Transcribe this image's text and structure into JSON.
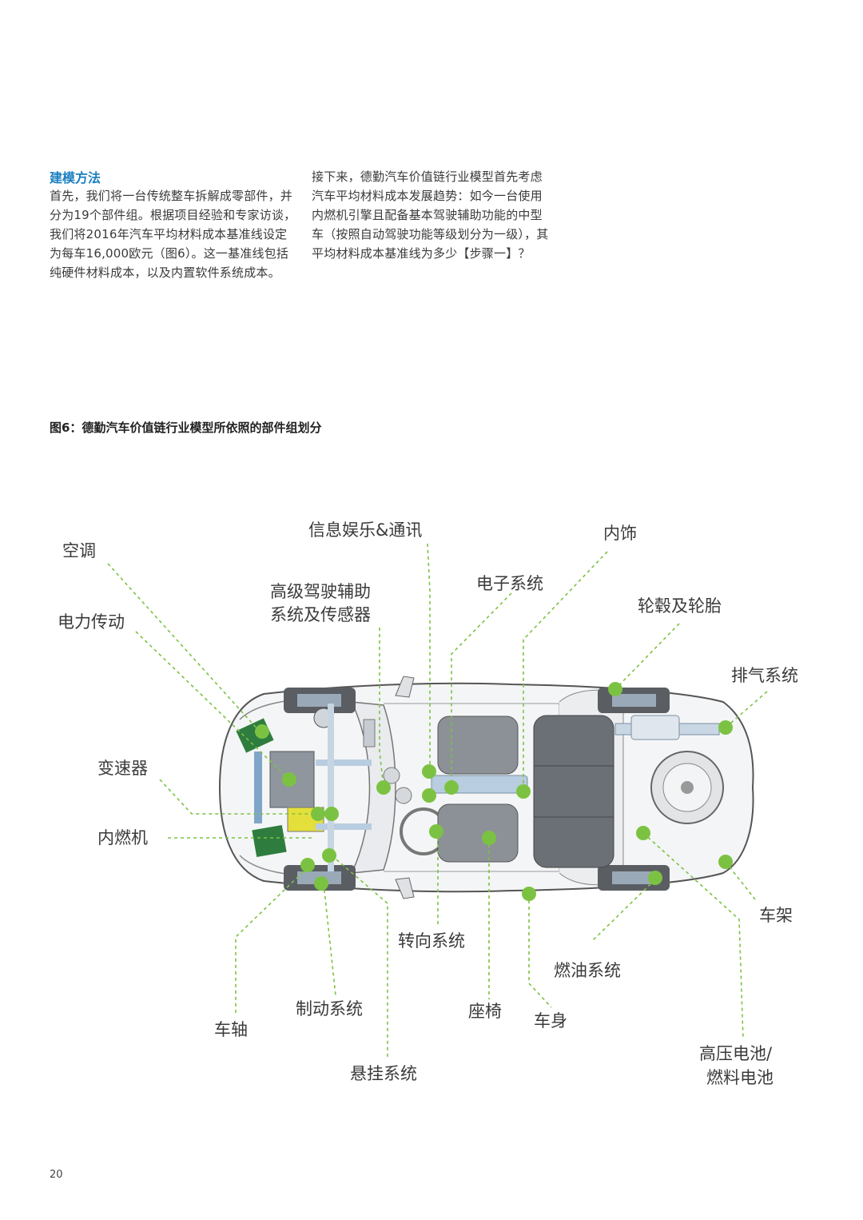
{
  "intro": {
    "heading": "建模方法",
    "paragraph_left": "首先，我们将一台传统整车拆解成零部件，并分为19个部件组。根据项目经验和专家访谈，我们将2016年汽车平均材料成本基准线设定为每车16,000欧元（图6）。这一基准线包括纯硬件材料成本，以及内置软件系统成本。",
    "paragraph_right": "接下来，德勤汽车价值链行业模型首先考虑汽车平均材料成本发展趋势：如今一台使用内燃机引擎且配备基本驾驶辅助功能的中型车（按照自动驾驶功能等级划分为一级），其平均材料成本基准线为多少【步骤一】？"
  },
  "figure": {
    "title": "图6：德勤汽车价值链行业模型所依照的部件组划分",
    "accent_color": "#7cc242",
    "labels": {
      "ac": "空调",
      "infotainment": "信息娱乐&通讯",
      "interior": "内饰",
      "adas_line1": "高级驾驶辅助",
      "adas_line2": "系统及传感器",
      "electronics": "电子系统",
      "electric_drive": "电力传动",
      "wheels": "轮毂及轮胎",
      "exhaust": "排气系统",
      "transmission": "变速器",
      "ice": "内燃机",
      "chassis_frame": "车架",
      "steering": "转向系统",
      "fuel": "燃油系统",
      "axle": "车轴",
      "brakes": "制动系统",
      "seats": "座椅",
      "body": "车身",
      "battery_line1": "高压电池/",
      "battery_line2": "燃料电池",
      "suspension": "悬挂系统"
    }
  },
  "page_number": "20"
}
